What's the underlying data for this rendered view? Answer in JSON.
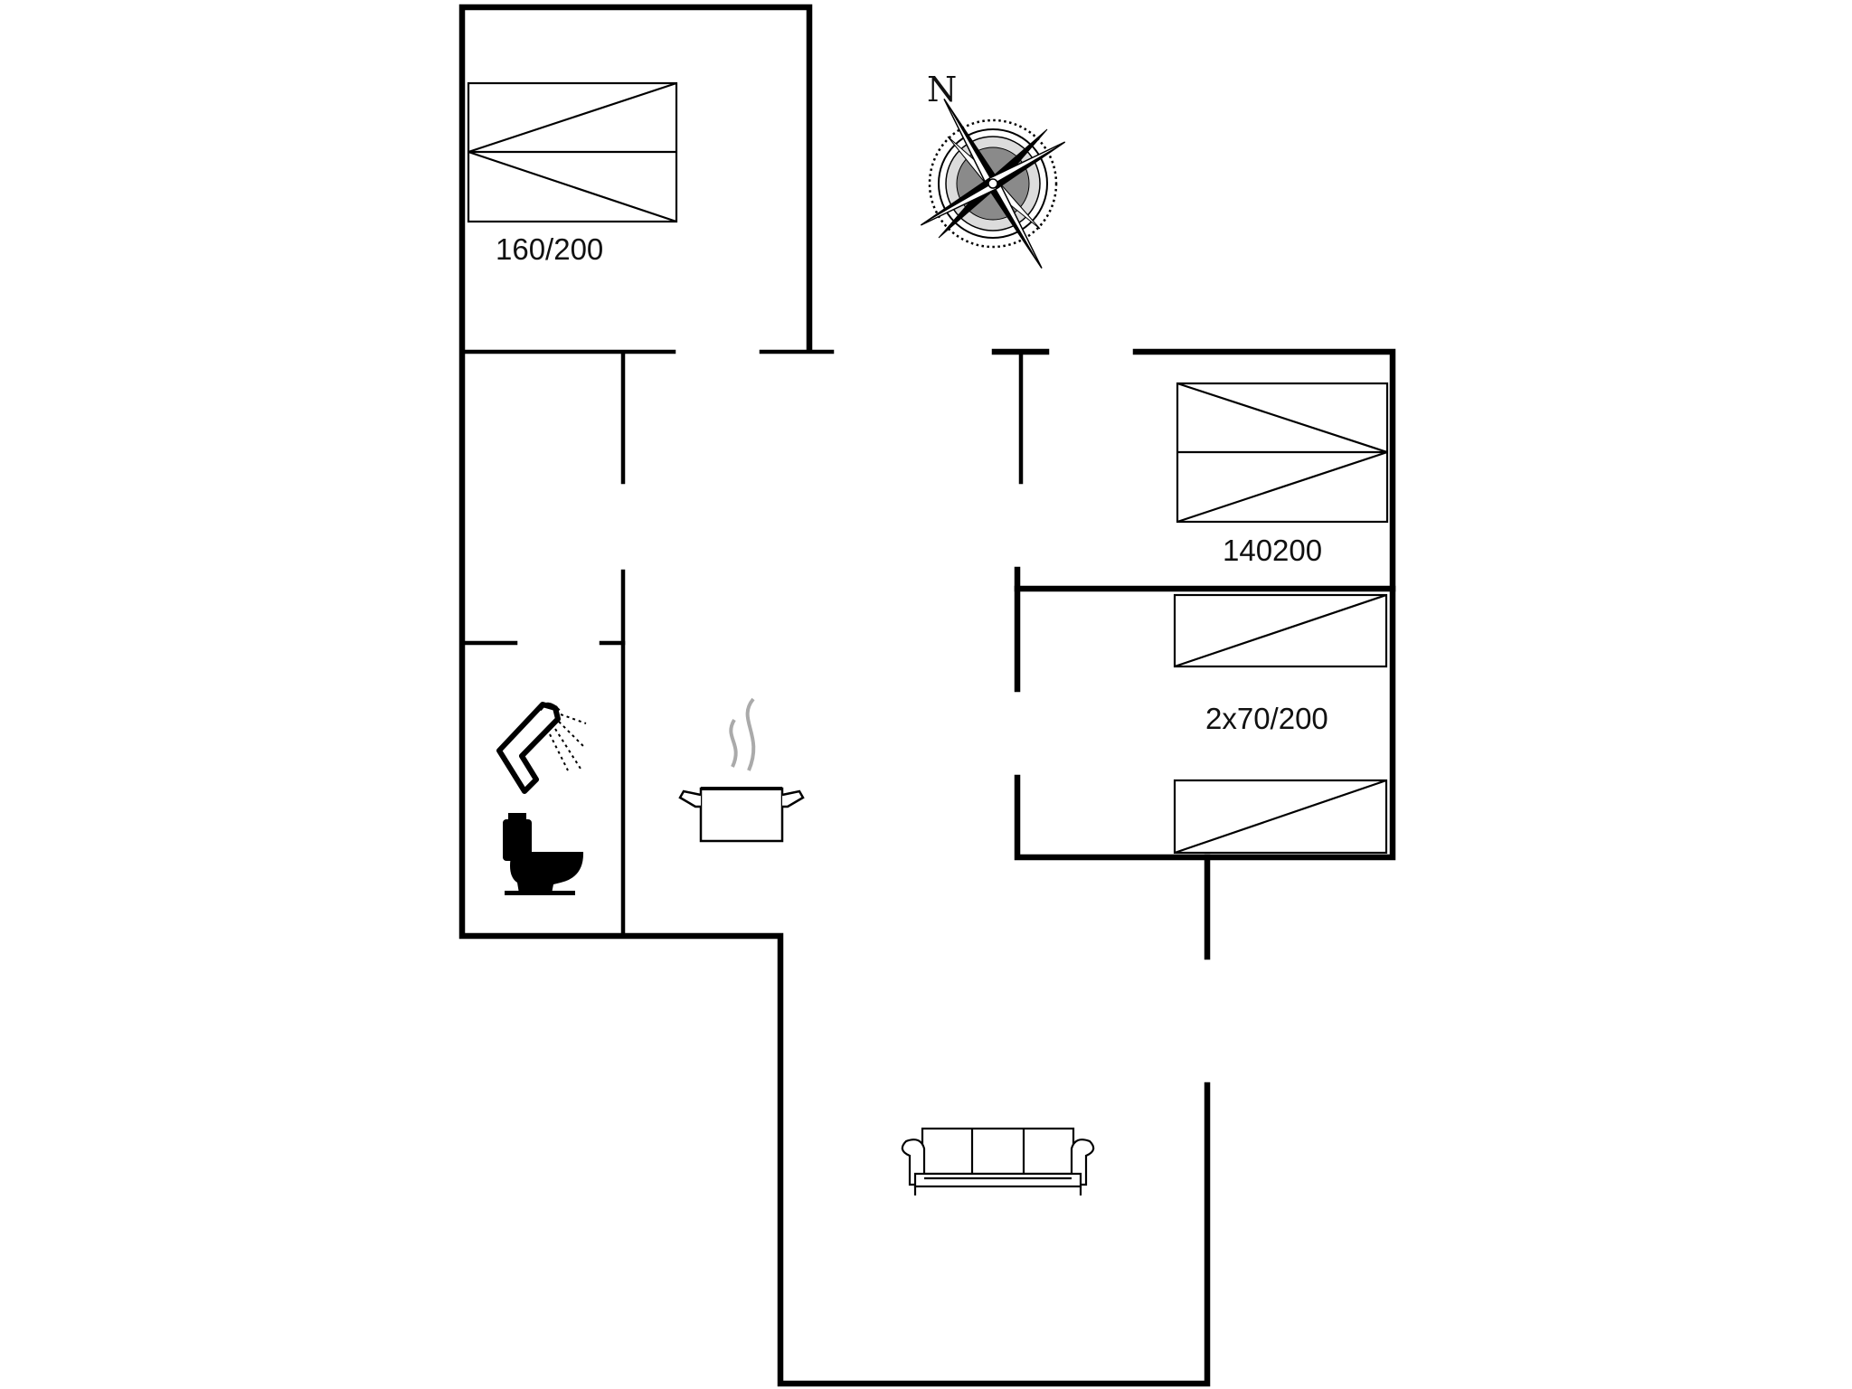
{
  "rooms": {
    "bedroom_1": {
      "bed_label": "160/200"
    },
    "bedroom_2": {
      "bed_label": "140200"
    },
    "bedroom_3": {
      "bed_label": "2x70/200"
    }
  },
  "compass": {
    "north_label": "N"
  },
  "icons": {
    "compass": "compass-rose-icon",
    "shower": "shower-icon",
    "toilet": "toilet-icon",
    "kitchen": "cooking-pot-icon",
    "living": "sofa-icon"
  },
  "colors": {
    "wall": "#000000",
    "background": "#ffffff"
  }
}
